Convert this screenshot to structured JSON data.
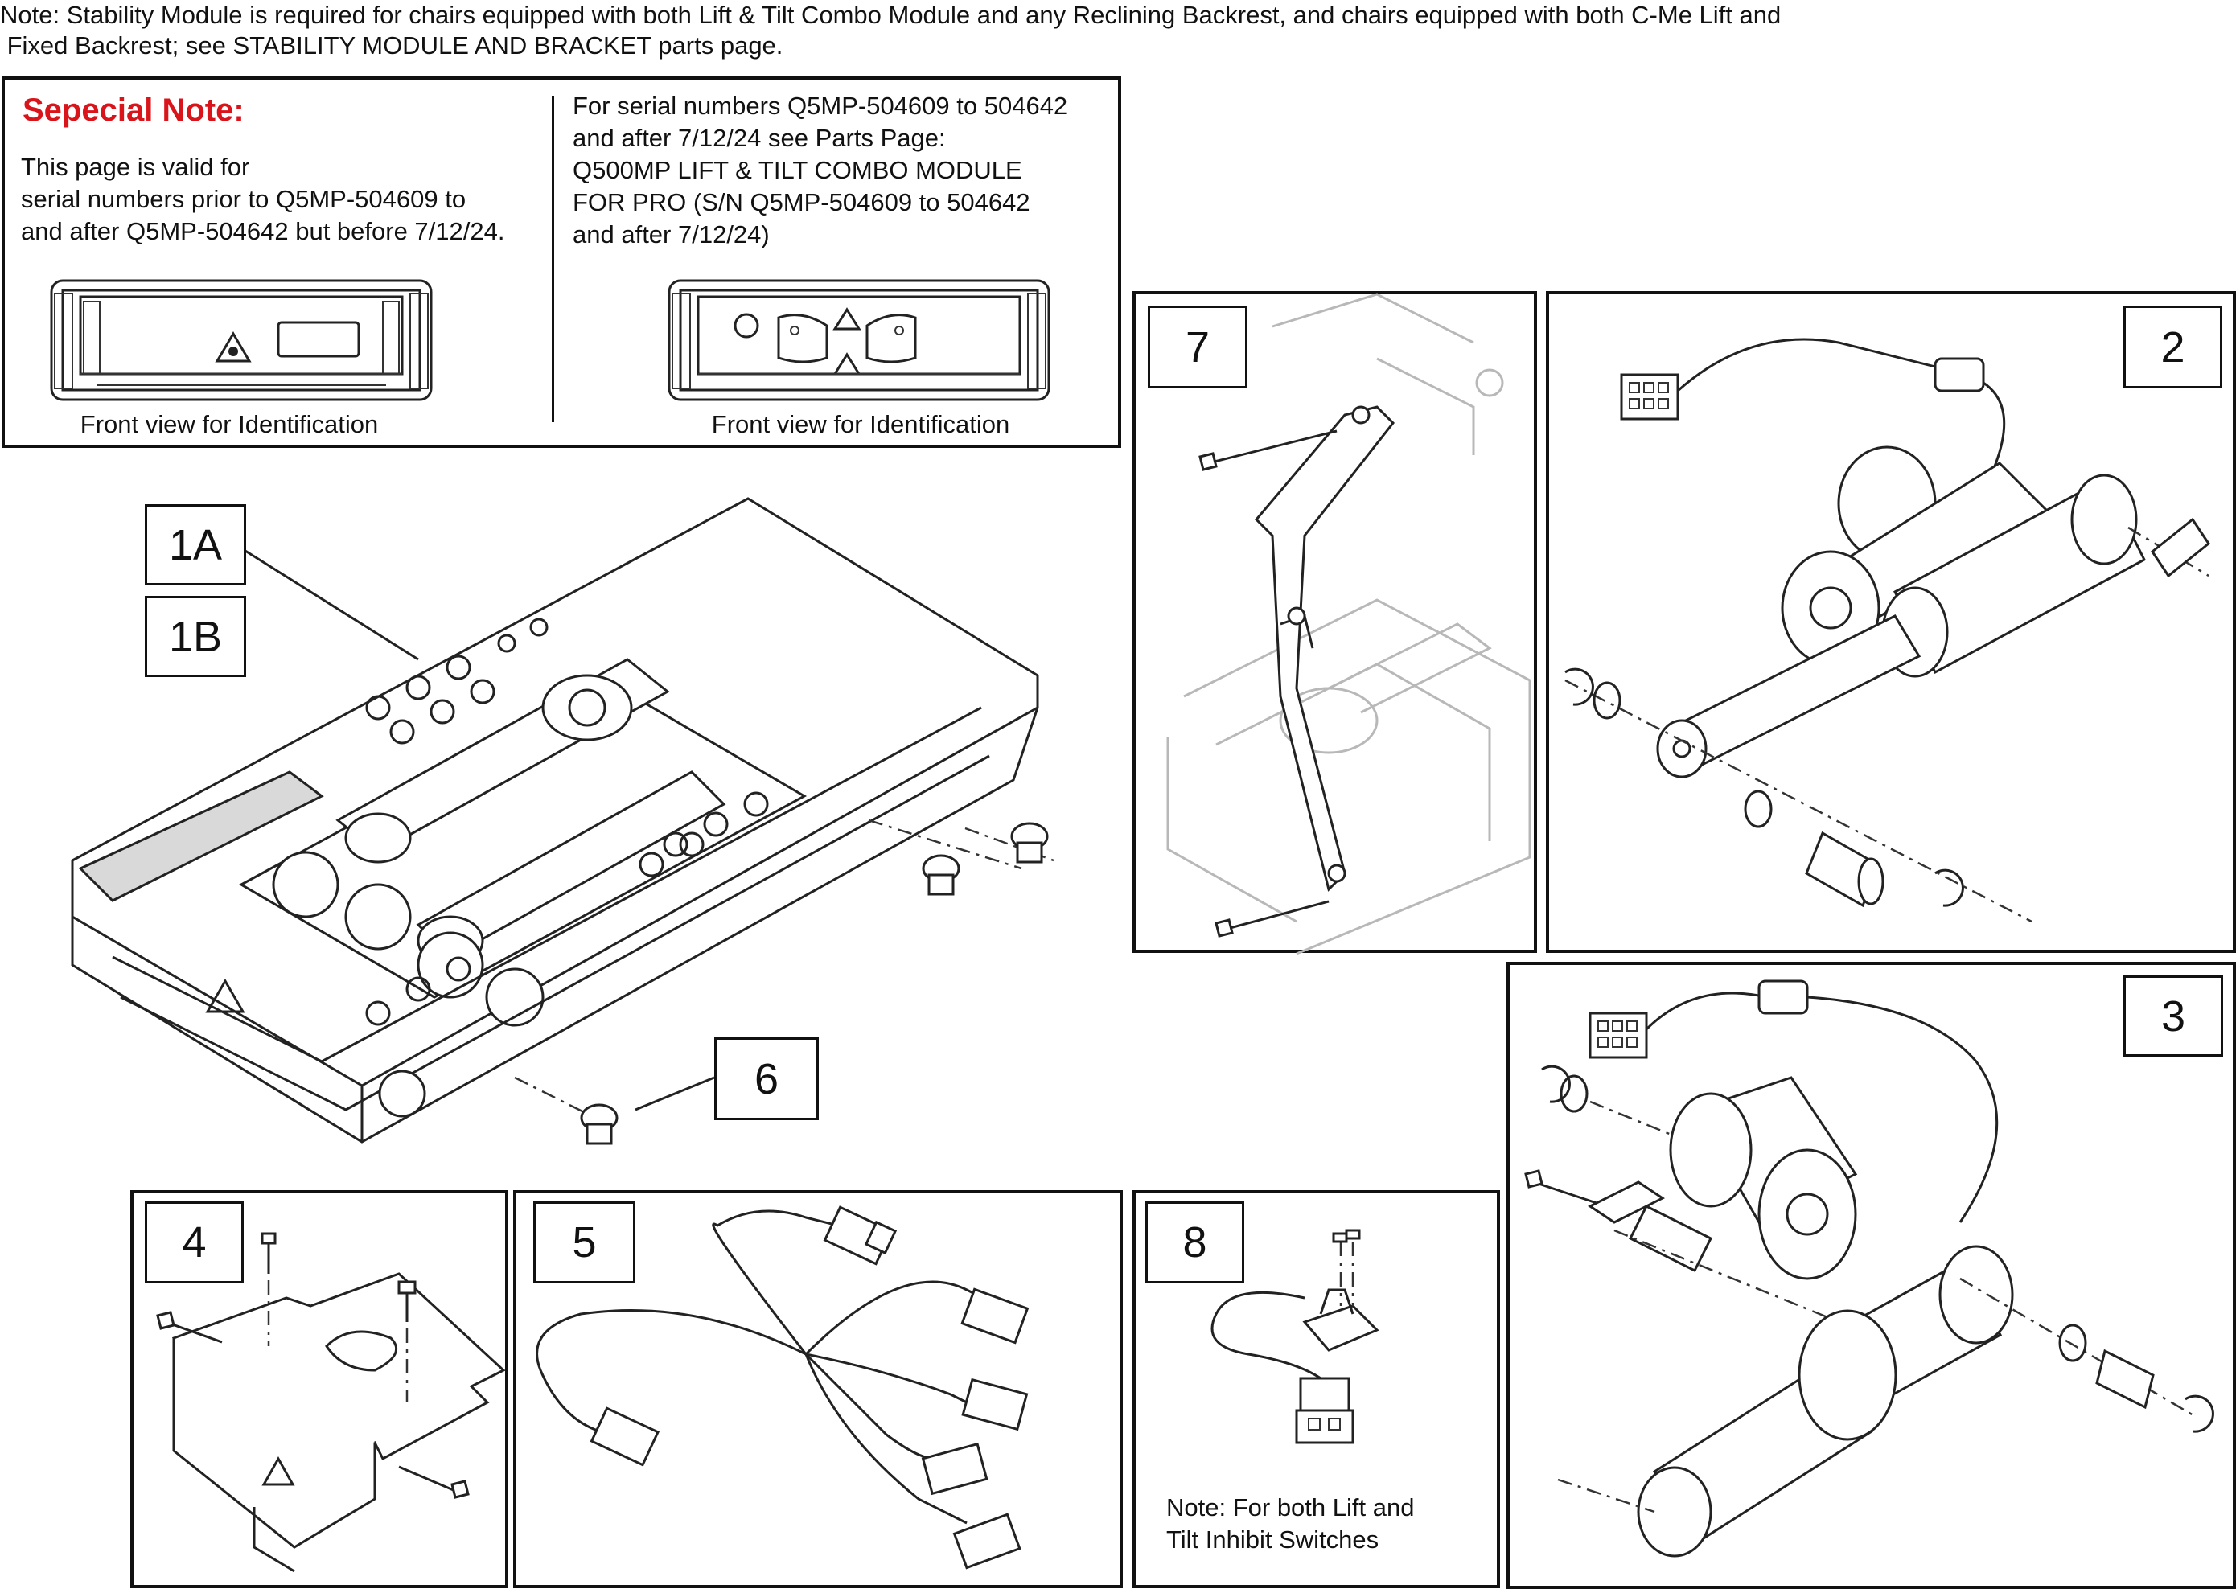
{
  "top_note": {
    "line1": "Note: Stability Module is required for chairs equipped with both Lift & Tilt Combo Module and any Reclining Backrest, and chairs equipped with both C-Me Lift and",
    "line2": " Fixed Backrest; see STABILITY MODULE AND BRACKET parts page."
  },
  "special_note": {
    "heading": "Sepecial Note:",
    "left_line1": "This page is valid for",
    "left_line2": "serial numbers prior to Q5MP-504609 to",
    "left_line3": "and after Q5MP-504642 but before 7/12/24.",
    "left_caption": "Front view for Identification",
    "right_line1": "For serial numbers Q5MP-504609 to 504642",
    "right_line2": "and after 7/12/24 see Parts Page:",
    "right_line3": "Q500MP LIFT & TILT COMBO MODULE",
    "right_line4": "FOR PRO (S/N Q5MP-504609 to 504642",
    "right_line5": "and after 7/12/24)",
    "right_caption": "Front view for Identification"
  },
  "callouts": {
    "c1a": "1A",
    "c1b": "1B",
    "c2": "2",
    "c3": "3",
    "c4": "4",
    "c5": "5",
    "c6": "6",
    "c7": "7",
    "c8": "8"
  },
  "panel8_note": {
    "line1": "Note: For both Lift and",
    "line2": "Tilt Inhibit Switches"
  },
  "colors": {
    "heading_red": "#d9151b",
    "line": "#222222",
    "ghost_grey": "#b8b8b8"
  }
}
